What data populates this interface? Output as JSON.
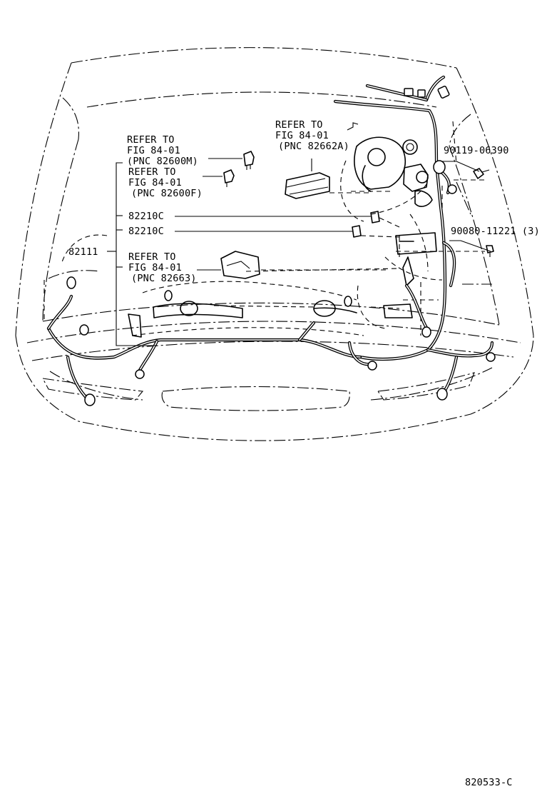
{
  "callouts": {
    "ref_82600m": {
      "line1": "REFER TO",
      "line2": "FIG 84-01",
      "line3": "(PNC 82600M)"
    },
    "ref_82600f": {
      "line1": "REFER TO",
      "line2": "FIG 84-01",
      "line3": "(PNC 82600F)"
    },
    "ref_82662a": {
      "line1": "REFER TO",
      "line2": "FIG 84-01",
      "line3": "(PNC 82662A)"
    },
    "ref_82663": {
      "line1": "REFER TO",
      "line2": "FIG 84-01",
      "line3": "(PNC 82663)"
    },
    "part_82210c_upper": "82210C",
    "part_82210c_lower": "82210C",
    "part_82111": "82111",
    "part_90119": "90119-06390",
    "part_90080": "90080-11221 (3)"
  },
  "figure_code": "820533-C"
}
